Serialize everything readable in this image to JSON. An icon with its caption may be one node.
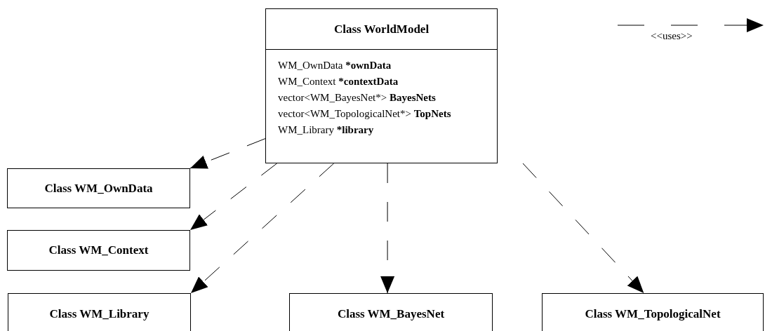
{
  "diagram": {
    "nodes": [
      {
        "text": [
          "Class WorldModel",
          "WM_OwnData ***ownData**",
          "WM_Context ***contextData**",
          "vector<WM_BayesNet*> **BayesNets**",
          "vector<WM_TopologicalNet*> **TopNets**",
          "WM_Library ***library**"
        ]
      },
      {
        "text": [
          "Class WM_OwnData"
        ]
      },
      {
        "text": [
          "Class WM_Context"
        ]
      },
      {
        "text": [
          "Class WM_Library"
        ]
      },
      {
        "text": [
          "Class WM_BayesNet"
        ]
      },
      {
        "text": [
          "Class WM_TopologicalNet"
        ]
      }
    ],
    "edges": [
      {
        "from": 0,
        "to": 1,
        "arrow": "to",
        "style": "dashed"
      },
      {
        "from": 0,
        "to": 2,
        "arrow": "to",
        "style": "dashed"
      },
      {
        "from": 0,
        "to": 3,
        "arrow": "to",
        "style": "dashed"
      },
      {
        "from": 0,
        "to": 4,
        "arrow": "to",
        "style": "dashed"
      },
      {
        "from": 0,
        "to": 5,
        "arrow": "to",
        "style": "dashed"
      }
    ],
    "legend": [
      {
        "text": "<<uses>>"
      }
    ]
  }
}
